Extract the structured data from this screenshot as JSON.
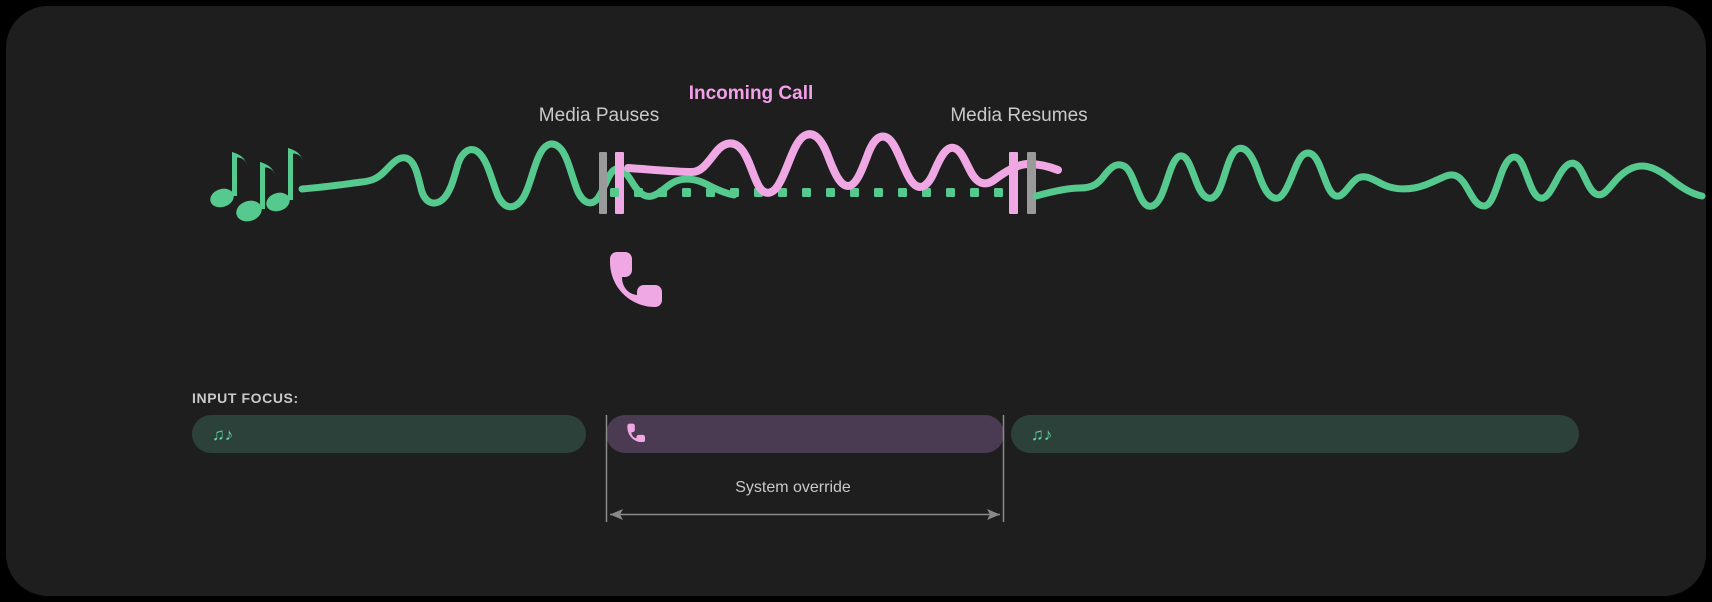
{
  "card": {
    "background": "#1e1e1e",
    "page_background": "#000000"
  },
  "timeline": {
    "labels": {
      "incoming_call": "Incoming Call",
      "media_pauses": "Media Pauses",
      "media_resumes": "Media Resumes"
    },
    "icons": {
      "music": "music-notes-icon",
      "phone": "phone-handset-icon"
    },
    "segments": [
      {
        "name": "media-playing-before",
        "state": "playing",
        "color": "#55c98e"
      },
      {
        "name": "call-active",
        "state": "interrupting",
        "color": "#f0a8e4"
      },
      {
        "name": "media-playing-after",
        "state": "playing",
        "color": "#55c98e"
      }
    ],
    "markers": {
      "pause_marker": {
        "gray": "#9a9a9a",
        "pink": "#f0a8e4"
      },
      "resume_marker": {
        "gray": "#9a9a9a",
        "pink": "#f0a8e4"
      }
    },
    "paused_track_style": "dotted",
    "paused_track_color": "#55c98e"
  },
  "focus": {
    "heading": "INPUT FOCUS:",
    "bars": [
      {
        "name": "media-1",
        "icon": "music-notes-icon",
        "glyph": "♫♪",
        "fill": "#2b413a",
        "icon_color": "#5fd3a0"
      },
      {
        "name": "call",
        "icon": "phone-handset-icon",
        "glyph": "✆",
        "fill": "#4b3b52",
        "icon_color": "#f0a8e4"
      },
      {
        "name": "media-2",
        "icon": "music-notes-icon",
        "glyph": "♫♪",
        "fill": "#2b413a",
        "icon_color": "#5fd3a0"
      }
    ],
    "override_caption": "System override"
  },
  "colors": {
    "green": "#55c98e",
    "pink": "#f0a8e4",
    "magenta_text": "#f3a0e8",
    "muted_text": "#c9c9c9",
    "guide": "#8a8a8a"
  }
}
